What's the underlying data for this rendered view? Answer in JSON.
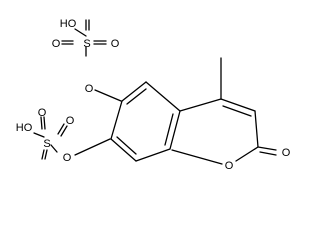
{
  "molecule": {
    "atom_labels": {
      "oh_top": "HO",
      "s_top": "S",
      "o_top_a": "O",
      "o_top_b": "O",
      "o_link_6": "O",
      "oh_left": "HO",
      "s_left": "S",
      "o_left_a": "O",
      "o_left_b": "O",
      "o_link_7": "O",
      "o_ring": "O",
      "o_carbonyl": "O"
    }
  }
}
